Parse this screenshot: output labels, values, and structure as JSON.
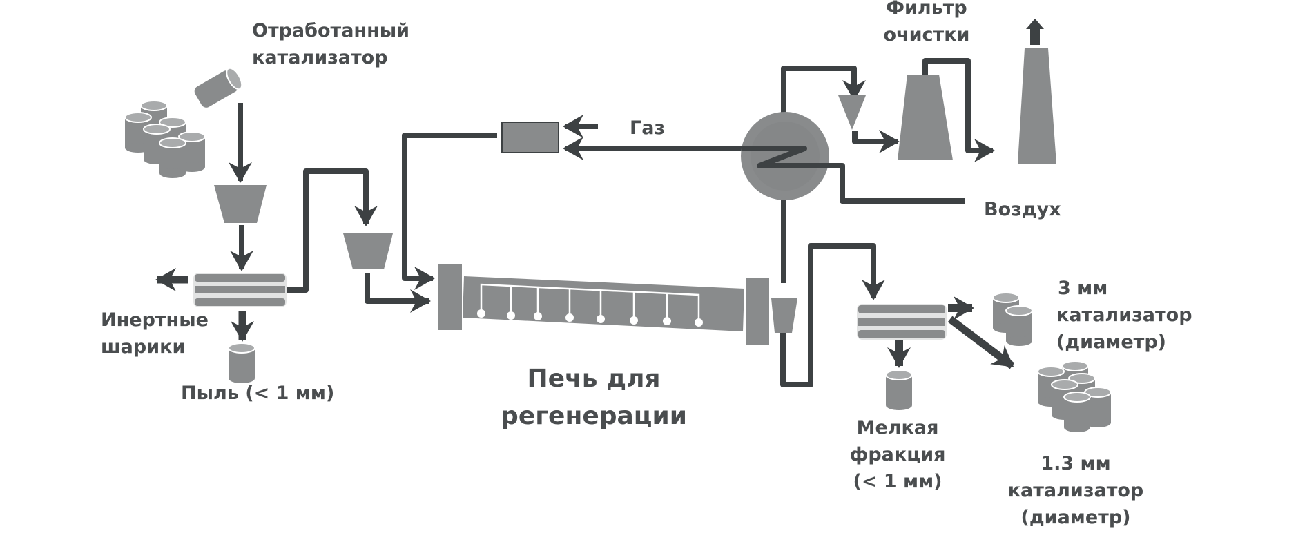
{
  "diagram": {
    "title": "Схема регенерации отработанного катализатора",
    "colors": {
      "line": "#3d4143",
      "equipment": "#898b8c",
      "equipment_light": "#a9abac",
      "text": "#4a4d4f",
      "highlight": "#ffffff"
    },
    "labels": {
      "spent_catalyst": [
        "Отработанный",
        "катализатор"
      ],
      "gas": "Газ",
      "filter": [
        "Фильтр",
        "очистки"
      ],
      "air": "Воздух",
      "inert_balls": [
        "Инертные",
        "шарики"
      ],
      "dust": "Пыль (< 1 мм)",
      "kiln": [
        "Печь для",
        "регенерации"
      ],
      "fines": [
        "Мелкая",
        "фракция",
        "(< 1 мм)"
      ],
      "catalyst_3mm": [
        "3 мм",
        "катализатор",
        "(диаметр)"
      ],
      "catalyst_1_3mm": [
        "1.3 мм",
        "катализатор",
        "(диаметр)"
      ]
    },
    "nodes": [
      {
        "id": "spent-catalyst-pile",
        "type": "cylinders"
      },
      {
        "id": "feed-hopper",
        "type": "hopper"
      },
      {
        "id": "screen-1",
        "type": "screen"
      },
      {
        "id": "dust-bin",
        "type": "cylinder"
      },
      {
        "id": "kiln-feed-hopper",
        "type": "hopper"
      },
      {
        "id": "burner",
        "type": "box"
      },
      {
        "id": "regeneration-kiln",
        "type": "kiln"
      },
      {
        "id": "discharge-hopper",
        "type": "hopper"
      },
      {
        "id": "heat-exchanger",
        "type": "exchanger"
      },
      {
        "id": "cyclone",
        "type": "cyclone"
      },
      {
        "id": "filter",
        "type": "filter"
      },
      {
        "id": "stack",
        "type": "stack"
      },
      {
        "id": "screen-2",
        "type": "screen"
      },
      {
        "id": "fines-bin",
        "type": "cylinder"
      },
      {
        "id": "product-3mm",
        "type": "cylinders"
      },
      {
        "id": "product-1-3mm",
        "type": "cylinders"
      }
    ]
  }
}
